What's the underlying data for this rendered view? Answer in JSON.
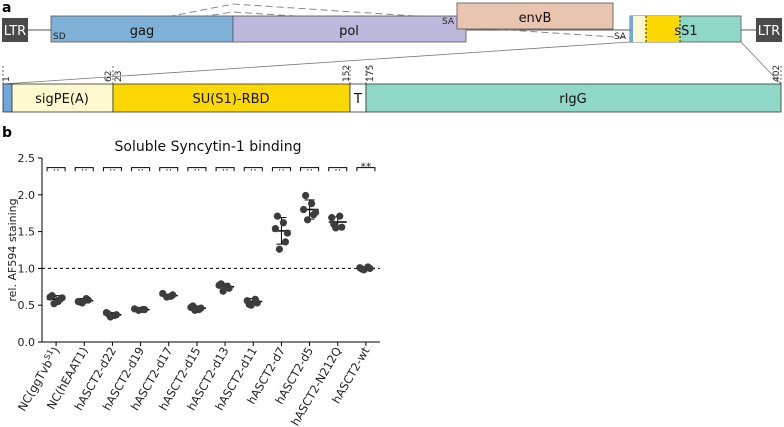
{
  "panel_a": {
    "label": "a",
    "construct": {
      "ltr_left": "LTR",
      "ltr_right": "LTR",
      "gag": "gag",
      "pol": "pol",
      "envB": "envB",
      "ss1": "sS1",
      "sd": "SD",
      "sa1": "SA",
      "sa2": "SA"
    },
    "domains": {
      "sig": "sigPE(A)",
      "su": "SU(S1)-RBD",
      "t": "T",
      "rigg": "rIgG"
    },
    "positions": [
      "1",
      "62",
      "23",
      "152",
      "175",
      "402"
    ],
    "colors": {
      "ltr": "#4a4a4a",
      "gag": "#7fb1d6",
      "pol": "#bdb9dd",
      "envB": "#e9c4ae",
      "sig": "#fef8ce",
      "su": "#fcd800",
      "rigg": "#8fd8c8",
      "sig_start": "#6fa8dc"
    }
  },
  "panel_b": {
    "label": "b",
    "significance": [
      "..",
      "..",
      "..",
      "..",
      "..",
      "..",
      "..",
      "..",
      "..",
      "..",
      "..",
      "**"
    ]
  },
  "chart_data": {
    "type": "scatter",
    "title": "Soluble Syncytin-1 binding",
    "ylabel": "rel. AF594 staining",
    "xlabel": "",
    "ylim": [
      0.0,
      2.5
    ],
    "yticks": [
      "0.0",
      "0.5",
      "1.0",
      "1.5",
      "2.0",
      "2.5"
    ],
    "categories": [
      "NC(ggTvb",
      "NC(hEAAT1)",
      "hASCT2-d22",
      "hASCT2-d19",
      "hASCT2-d17",
      "hASCT2-d15",
      "hASCT2-d13",
      "hASCT2-d11",
      "hASCT2-d7",
      "hASCT2-d5",
      "hASCT2-N212Q",
      "hASCT2-wt"
    ],
    "first_category_superscript": "S1",
    "first_category_suffix": ")",
    "reference_line": 1.0,
    "points": [
      [
        0.52,
        0.58,
        0.61,
        0.55,
        0.63,
        0.6
      ],
      [
        0.53,
        0.57,
        0.55,
        0.59,
        0.54
      ],
      [
        0.34,
        0.37,
        0.4,
        0.36,
        0.38
      ],
      [
        0.43,
        0.44,
        0.45,
        0.44
      ],
      [
        0.61,
        0.64,
        0.66,
        0.62
      ],
      [
        0.43,
        0.46,
        0.47,
        0.44,
        0.49
      ],
      [
        0.69,
        0.73,
        0.77,
        0.76,
        0.79
      ],
      [
        0.5,
        0.53,
        0.56,
        0.58,
        0.51
      ],
      [
        1.26,
        1.36,
        1.54,
        1.62,
        1.71,
        1.48
      ],
      [
        1.66,
        1.73,
        1.8,
        1.88,
        1.99,
        1.76
      ],
      [
        1.55,
        1.56,
        1.69,
        1.71,
        1.6
      ],
      [
        0.98,
        1.0,
        1.01,
        1.02,
        0.99
      ]
    ],
    "means": [
      0.58,
      0.56,
      0.37,
      0.44,
      0.63,
      0.46,
      0.75,
      0.55,
      1.51,
      1.8,
      1.63,
      1.0
    ],
    "sd": [
      0.05,
      0.03,
      0.03,
      0.01,
      0.02,
      0.03,
      0.04,
      0.04,
      0.18,
      0.13,
      0.07,
      0.02
    ],
    "point_color": "#3c3c3c",
    "grid": false
  }
}
